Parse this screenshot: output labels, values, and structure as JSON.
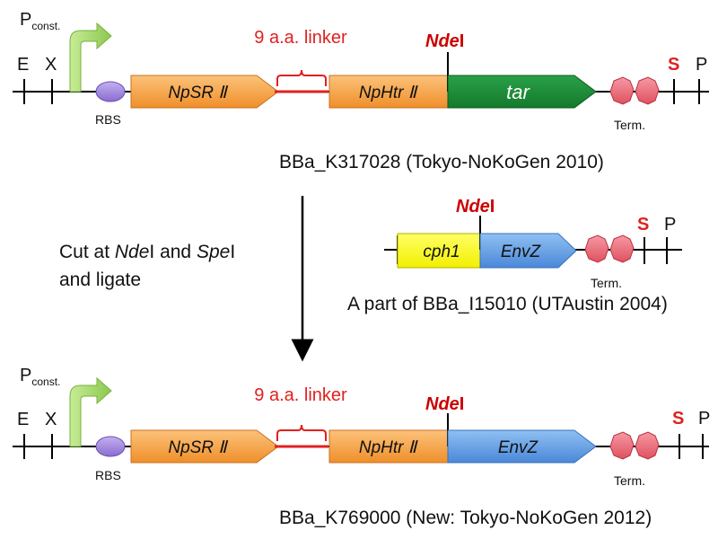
{
  "colors": {
    "npsr": "#f5a04a",
    "nphtr": "#f5a04a",
    "tar": "#1f8a3a",
    "envz": "#5b9be0",
    "cph1": "#ffff33",
    "rbs": "#9b7fd8",
    "term": "#e8697a",
    "linker": "#e02020",
    "promoter": "#a8d86a",
    "ndei_label": "#cc0000",
    "site_s": "#e02020"
  },
  "top": {
    "promoter": "P",
    "promoter_sub": "const.",
    "site_e": "E",
    "site_x": "X",
    "rbs": "RBS",
    "gene1": "NpSR Ⅱ",
    "linker": "9 a.a. linker",
    "gene2": "NpHtr Ⅱ",
    "ndei_italic": "Nde",
    "ndei_suffix": "I",
    "gene3": "tar",
    "terminator": "Term.",
    "site_s": "S",
    "site_p": "P",
    "caption": "BBa_K317028 (Tokyo-NoKoGen 2010)"
  },
  "middle": {
    "instruction_line1_pre": "Cut at ",
    "instruction_line1_it1": "Nde",
    "instruction_line1_mid": "I and ",
    "instruction_line1_it2": "Spe",
    "instruction_line1_post": "I",
    "instruction_line2": "and ligate",
    "ndei_italic": "Nde",
    "ndei_suffix": "I",
    "gene_a": "cph1",
    "gene_b": "EnvZ",
    "terminator": "Term.",
    "site_s": "S",
    "site_p": "P",
    "caption": "A part of BBa_I15010 (UTAustin 2004)"
  },
  "bottom": {
    "promoter": "P",
    "promoter_sub": "const.",
    "site_e": "E",
    "site_x": "X",
    "rbs": "RBS",
    "gene1": "NpSR Ⅱ",
    "linker": "9 a.a. linker",
    "gene2": "NpHtr Ⅱ",
    "ndei_italic": "Nde",
    "ndei_suffix": "I",
    "gene3": "EnvZ",
    "terminator": "Term.",
    "site_s": "S",
    "site_p": "P",
    "caption": "BBa_K769000 (New: Tokyo-NoKoGen 2012)"
  }
}
